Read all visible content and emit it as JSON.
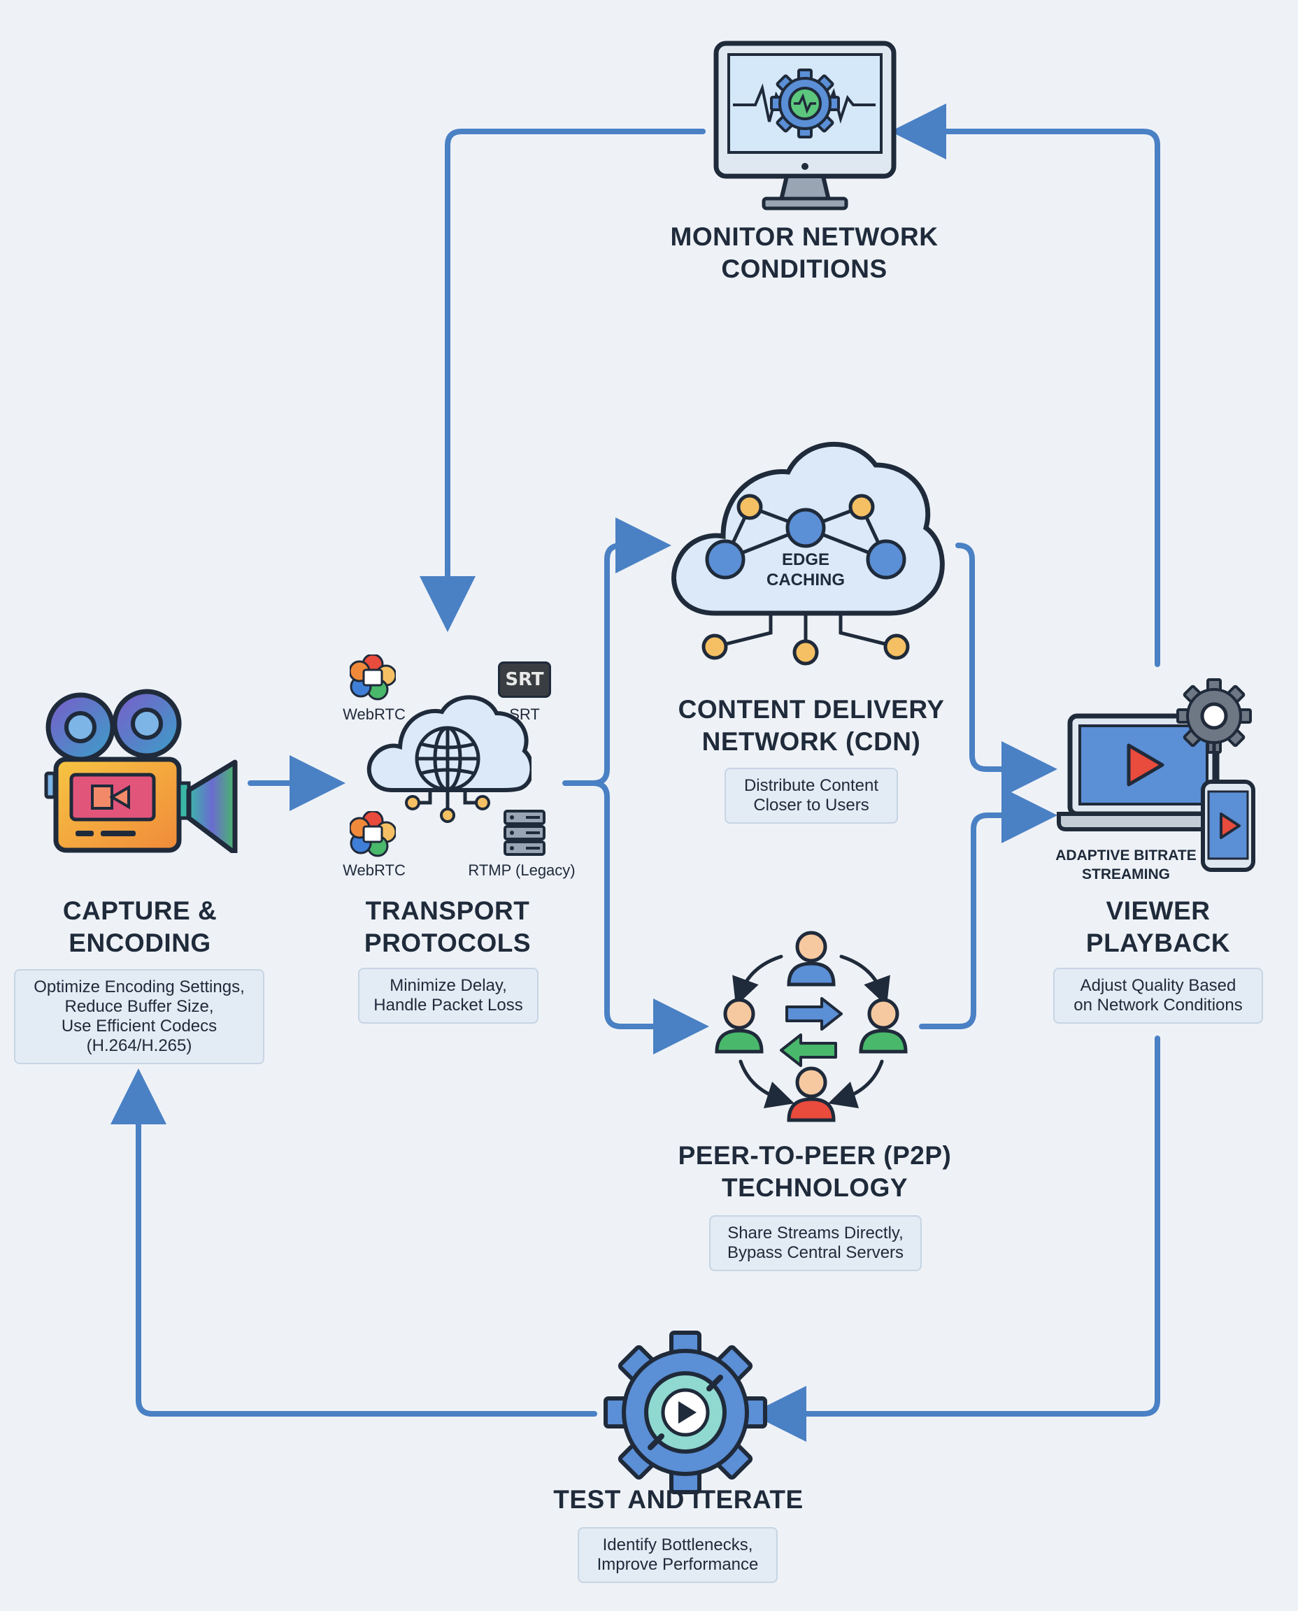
{
  "nodes": {
    "monitor": {
      "title": "MONITOR NETWORK\nCONDITIONS"
    },
    "cdn": {
      "title": "CONTENT DELIVERY\nNETWORK (CDN)",
      "desc": "Distribute Content\nCloser to Users",
      "inner_label": "EDGE\nCACHING"
    },
    "capture": {
      "title": "CAPTURE &\nENCODING",
      "desc": "Optimize Encoding Settings,\nReduce Buffer Size,\nUse Efficient Codecs\n(H.264/H.265)"
    },
    "transport": {
      "title": "TRANSPORT\nPROTOCOLS",
      "desc": "Minimize Delay,\nHandle Packet Loss",
      "protocols": {
        "webrtc_top": "WebRTC",
        "srt": "SRT",
        "srt_badge": "SRT",
        "webrtc_bottom": "WebRTC",
        "rtmp": "RTMP (Legacy)"
      }
    },
    "viewer": {
      "title": "VIEWER\nPLAYBACK",
      "desc": "Adjust Quality Based\non Network Conditions",
      "inner_label": "ADAPTIVE BITRATE\nSTREAMING"
    },
    "p2p": {
      "title": "PEER-TO-PEER (P2P)\nTECHNOLOGY",
      "desc": "Share Streams Directly,\nBypass Central Servers"
    },
    "test": {
      "title": "TEST AND ITERATE",
      "desc": "Identify Bottlenecks,\nImprove Performance"
    }
  },
  "colors": {
    "arrow": "#4a80c4",
    "background": "#eef2f7",
    "outline": "#1f2a3a",
    "light_blue": "#cfe3f7",
    "node_blue": "#5b8fd6",
    "node_orange": "#f5c063"
  },
  "icons": {
    "monitor": "monitor-gear-icon",
    "cdn": "cloud-network-icon",
    "capture": "video-camera-icon",
    "transport": "cloud-globe-icon",
    "viewer": "laptop-phone-play-icon",
    "p2p": "peer-cycle-icon",
    "test": "gear-play-icon"
  }
}
